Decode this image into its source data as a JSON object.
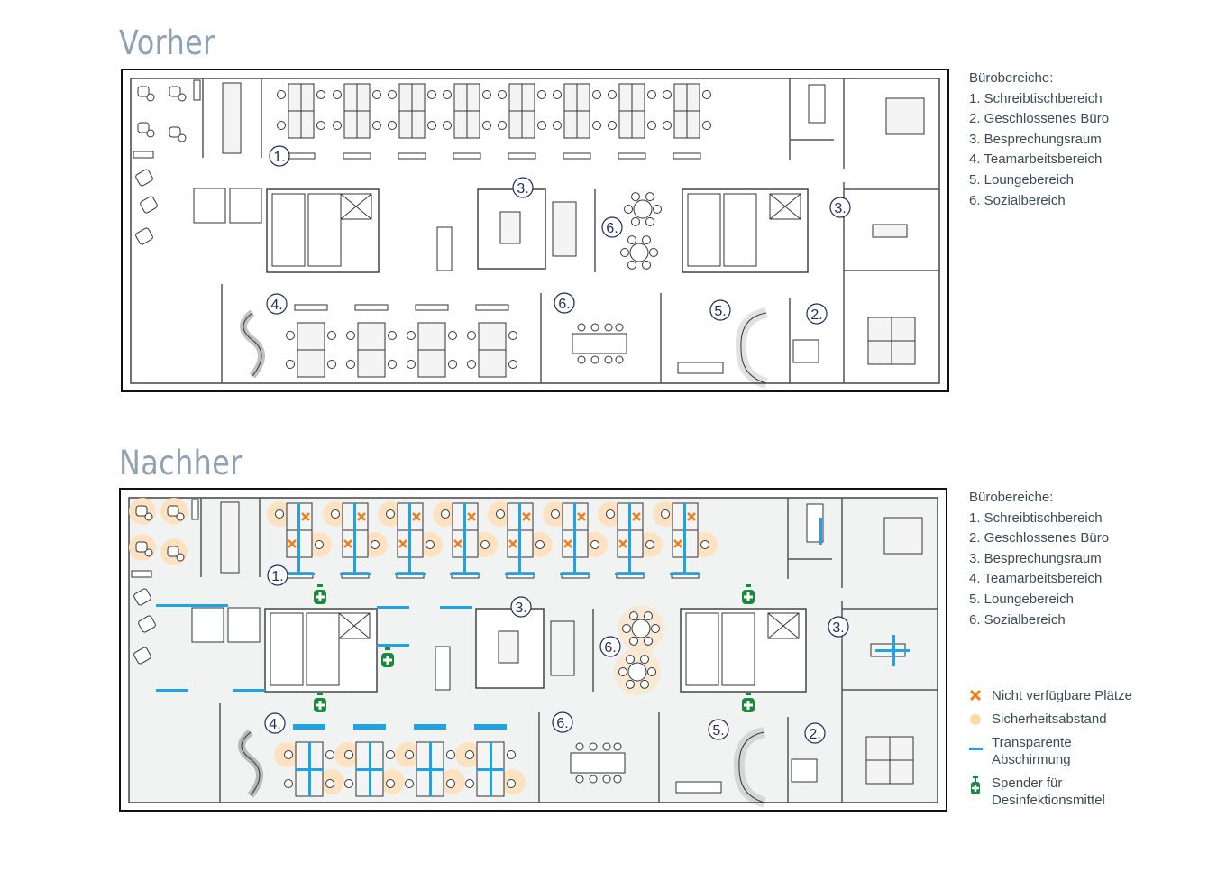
{
  "titles": {
    "before": "Vorher",
    "after": "Nachher"
  },
  "legend_areas": {
    "heading": "Bürobereiche:",
    "items": [
      "1. Schreibtischbereich",
      "2. Geschlossenes Büro",
      "3. Besprechungsraum",
      "4. Teamarbeitsbereich",
      "5. Loungebereich",
      "6. Sozialbereich"
    ]
  },
  "area_labels": [
    "1.",
    "3.",
    "6.",
    "3.",
    "4.",
    "6.",
    "5.",
    "2."
  ],
  "legend_symbols": [
    {
      "icon": "orange-x-icon",
      "label": "Nicht verfügbare Plätze"
    },
    {
      "icon": "peach-circle-icon",
      "label": "Sicherheitsabstand"
    },
    {
      "icon": "blue-bar-icon",
      "label": "Transparente",
      "label2": "Abschirmung"
    },
    {
      "icon": "green-dispenser-icon",
      "label": "Spender für",
      "label2": "Desinfektionsmittel"
    }
  ],
  "colors": {
    "unavailable": "#f07d1a",
    "distance": "#fce2c0",
    "shield": "#1ea4e6",
    "dispenser": "#188a3c",
    "label_ring": "#1f2b5c",
    "floor_after": "#f1f3f3"
  }
}
